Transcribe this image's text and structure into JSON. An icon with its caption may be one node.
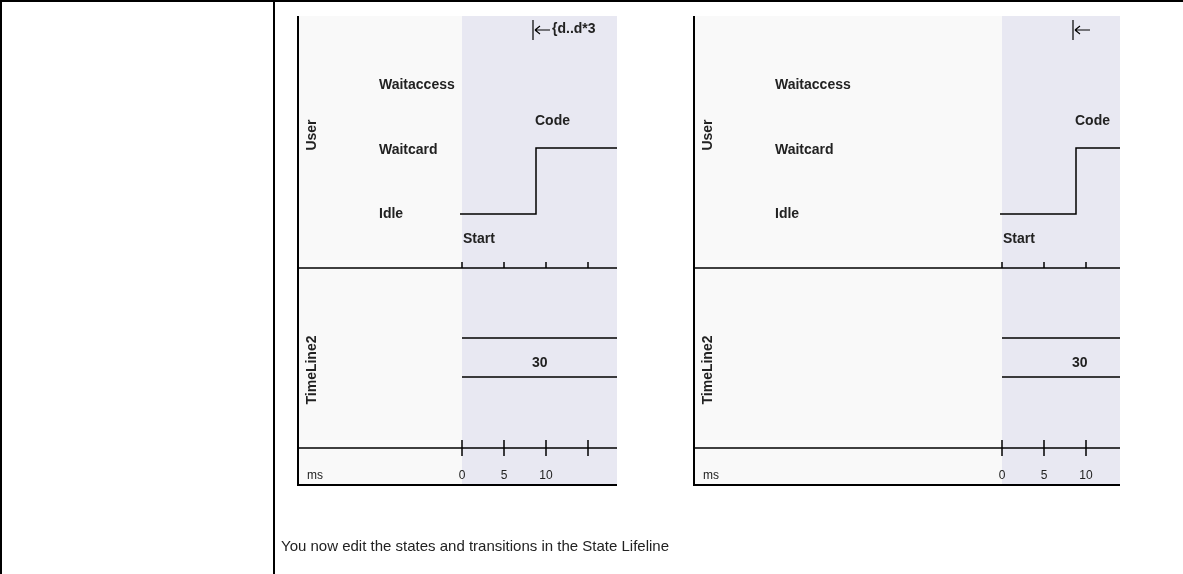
{
  "diagram": {
    "labels": [
      "{d..d*3",
      "Waitaccess",
      "Code",
      "User",
      "Waitcard",
      "Idle",
      "Start",
      "TimeLine2",
      "30",
      "ms",
      "0",
      "5",
      "10",
      "Waitaccess",
      "Code",
      "User",
      "Waitcard",
      "Idle",
      "Start",
      "TimeLine2",
      "30",
      "ms",
      "0",
      "5",
      "10",
      "You now edit the states and transitions in the State Lifeline"
    ]
  }
}
